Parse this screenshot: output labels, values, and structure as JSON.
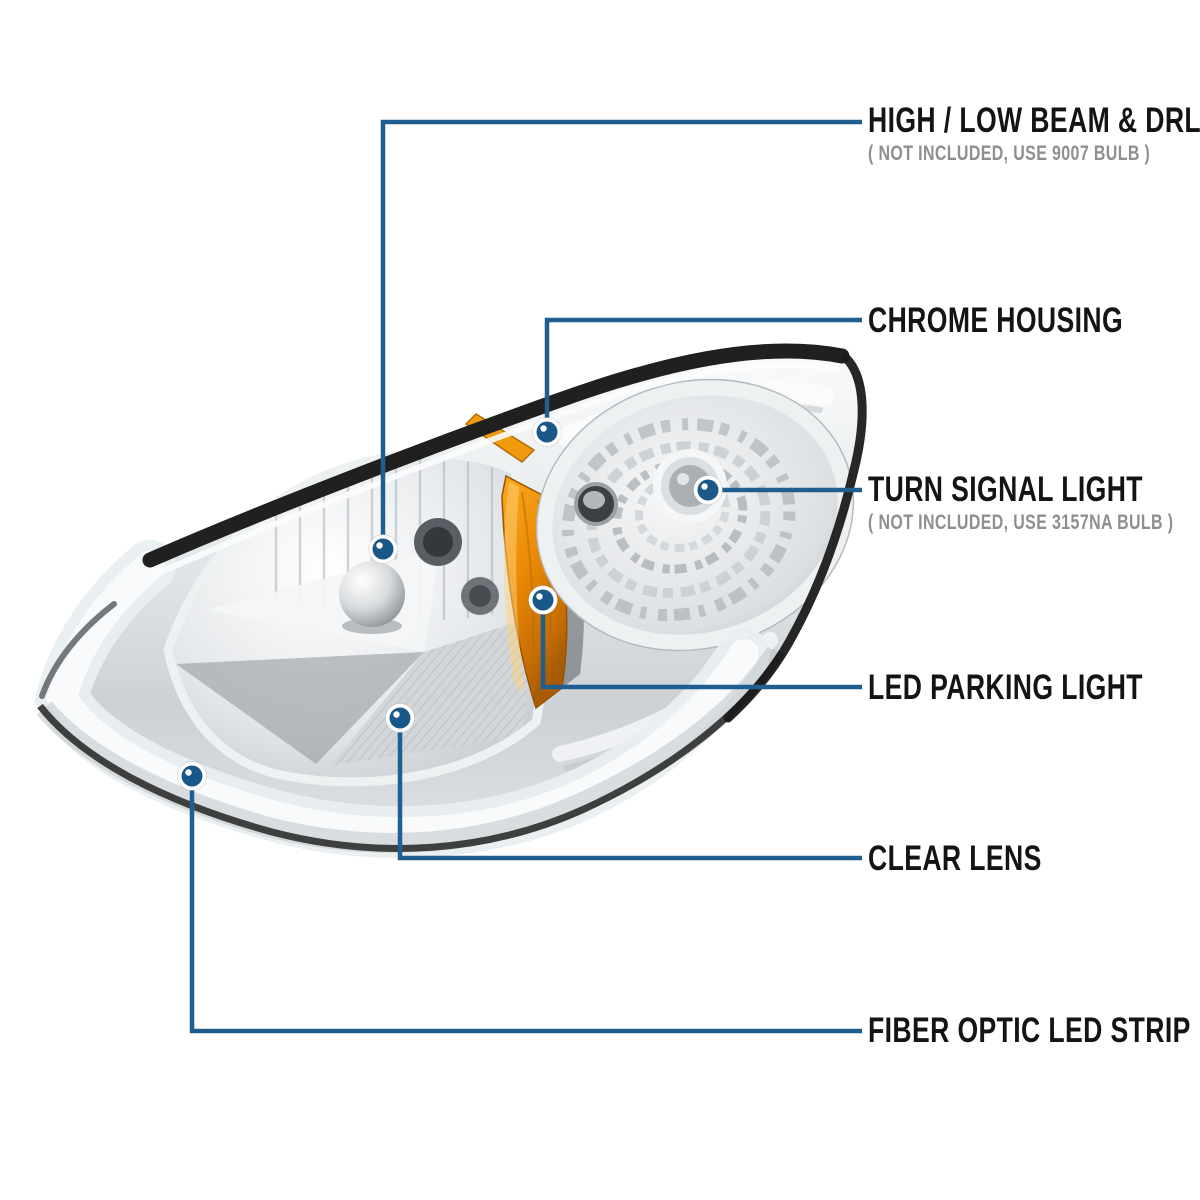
{
  "colors": {
    "background": "#ffffff",
    "callout_line": "#215e90",
    "callout_dot": "#1b588a",
    "label_text": "#141414",
    "sublabel_text": "#8f8f8f",
    "amber": "#ef8f0e",
    "trim_dark": "#202020",
    "chrome_light": "#f5f7f8",
    "chrome_mid": "#d4d8db",
    "led_band": "#edf1f3"
  },
  "callouts": [
    {
      "label": "HIGH / LOW BEAM & DRL",
      "sublabel": "( NOT INCLUDED, USE 9007 BULB )"
    },
    {
      "label": "CHROME HOUSING",
      "sublabel": ""
    },
    {
      "label": "TURN SIGNAL LIGHT",
      "sublabel": "( NOT INCLUDED, USE 3157NA BULB )"
    },
    {
      "label": "LED PARKING LIGHT",
      "sublabel": ""
    },
    {
      "label": "CLEAR LENS",
      "sublabel": ""
    },
    {
      "label": "FIBER OPTIC LED STRIP",
      "sublabel": ""
    }
  ]
}
